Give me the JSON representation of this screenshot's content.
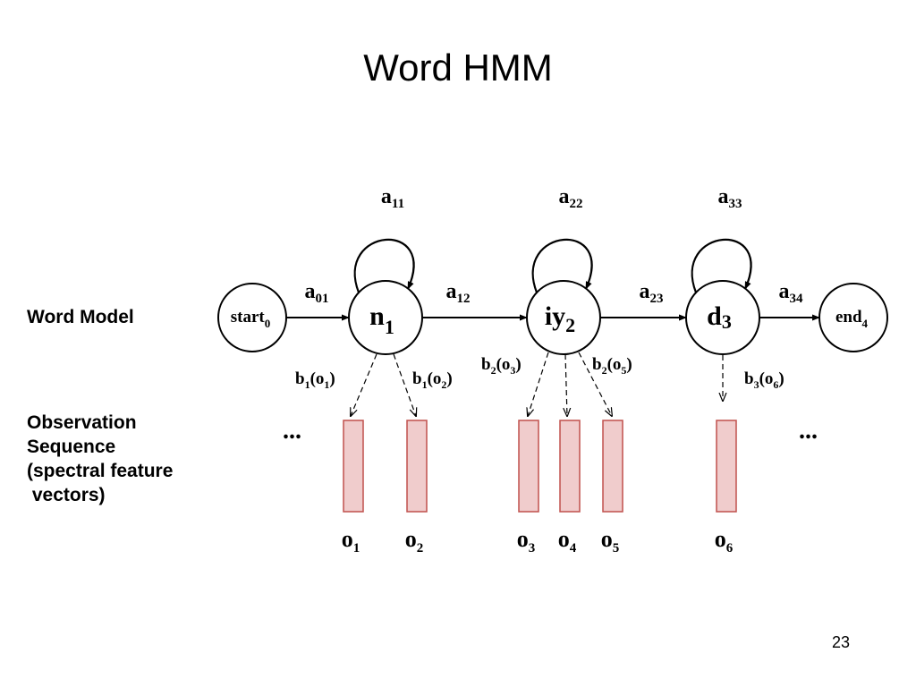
{
  "slide": {
    "title": "Word HMM",
    "page_number": "23"
  },
  "labels": {
    "word_model": "Word Model",
    "observation_lines": [
      "Observation",
      "Sequence",
      "(spectral feature",
      " vectors)"
    ],
    "ellipsis_left": "...",
    "ellipsis_right": "..."
  },
  "states": [
    {
      "id": "start",
      "base": "start",
      "sub": "0"
    },
    {
      "id": "n",
      "base": "n",
      "sub": "1"
    },
    {
      "id": "iy",
      "base": "iy",
      "sub": "2"
    },
    {
      "id": "d",
      "base": "d",
      "sub": "3"
    },
    {
      "id": "end",
      "base": "end",
      "sub": "4"
    }
  ],
  "transitions": [
    {
      "id": "a01",
      "base": "a",
      "sub": "01"
    },
    {
      "id": "a12",
      "base": "a",
      "sub": "12"
    },
    {
      "id": "a23",
      "base": "a",
      "sub": "23"
    },
    {
      "id": "a34",
      "base": "a",
      "sub": "34"
    }
  ],
  "self_loops": [
    {
      "id": "a11",
      "base": "a",
      "sub": "11"
    },
    {
      "id": "a22",
      "base": "a",
      "sub": "22"
    },
    {
      "id": "a33",
      "base": "a",
      "sub": "33"
    }
  ],
  "emissions": [
    {
      "id": "b1o1",
      "b_sub": "1",
      "o_sub": "1"
    },
    {
      "id": "b1o2",
      "b_sub": "1",
      "o_sub": "2"
    },
    {
      "id": "b2o3",
      "b_sub": "2",
      "o_sub": "3"
    },
    {
      "id": "b2o5",
      "b_sub": "2",
      "o_sub": "5"
    },
    {
      "id": "b3o6",
      "b_sub": "3",
      "o_sub": "6"
    }
  ],
  "emission_text": {
    "b": "b",
    "open": "(o",
    "close": ")"
  },
  "observations": [
    {
      "base": "o",
      "sub": "1"
    },
    {
      "base": "o",
      "sub": "2"
    },
    {
      "base": "o",
      "sub": "3"
    },
    {
      "base": "o",
      "sub": "4"
    },
    {
      "base": "o",
      "sub": "5"
    },
    {
      "base": "o",
      "sub": "6"
    }
  ],
  "colors": {
    "observation_fill": "#f0cccc",
    "observation_stroke": "#c0504d",
    "line": "#000000"
  }
}
